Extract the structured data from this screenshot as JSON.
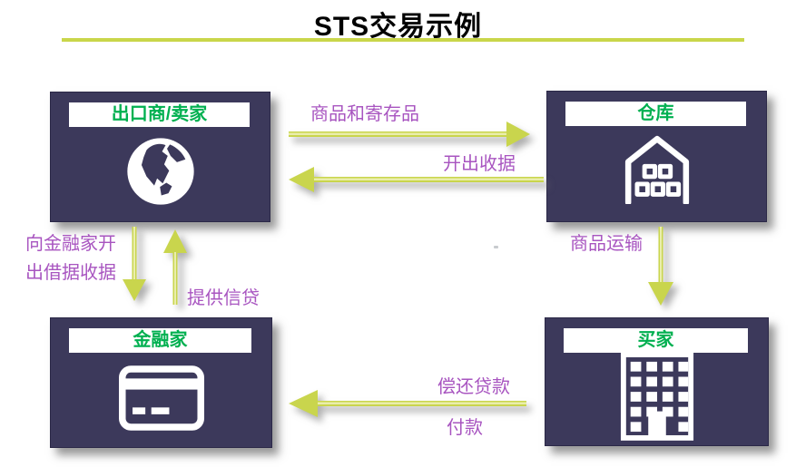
{
  "title": "STS交易示例",
  "nodes": {
    "exporter": {
      "label": "出口商/卖家",
      "icon": "globe-icon"
    },
    "warehouse": {
      "label": "仓库",
      "icon": "warehouse-icon"
    },
    "financier": {
      "label": "金融家",
      "icon": "credit-card-icon"
    },
    "buyer": {
      "label": "买家",
      "icon": "office-building-icon"
    }
  },
  "edges": {
    "goods": {
      "label": "商品和寄存品",
      "from": "出口商/卖家",
      "to": "仓库",
      "direction": "right"
    },
    "receipt": {
      "label": "开出收据",
      "from": "仓库",
      "to": "出口商/卖家",
      "direction": "left"
    },
    "iou": {
      "label_line1": "向金融家开",
      "label_line2": "出借据收据",
      "from": "出口商/卖家",
      "to": "金融家",
      "direction": "down"
    },
    "credit": {
      "label": "提供信贷",
      "from": "金融家",
      "to": "出口商/卖家",
      "direction": "up"
    },
    "transport": {
      "label": "商品运输",
      "from": "仓库",
      "to": "买家",
      "direction": "down"
    },
    "repayment": {
      "label_top": "偿还贷款",
      "label_bottom": "付款",
      "from": "买家",
      "to": "金融家",
      "direction": "left"
    }
  },
  "colors": {
    "background": "#ffffff",
    "title_text": "#000000",
    "rule_line": "#c9d64a",
    "box_fill": "#3c395b",
    "box_border": "#2b2847",
    "node_label_bg": "#ffffff",
    "node_label_text": "#00b050",
    "icon": "#ffffff",
    "arrow": "#c9d54d",
    "arrow_highlight": "#eaeeac",
    "edge_label_text": "#a855c0"
  }
}
